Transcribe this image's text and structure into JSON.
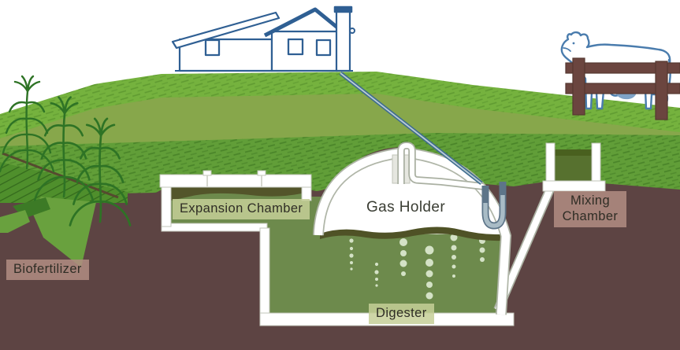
{
  "diagram": {
    "labels": {
      "biofertilizer": "Biofertilizer",
      "expansion_chamber": "Expansion Chamber",
      "gas_holder": "Gas Holder",
      "digester": "Digester",
      "mixing_chamber": "Mixing Chamber"
    },
    "palette": {
      "grass_light": "#75b23e",
      "grass_mid": "#87a74b",
      "grass_dark": "#619e38",
      "cornfield_green": "#4f8f2c",
      "soil_brown": "#5d4443",
      "slurry_green": "#6d8a4c",
      "slurry_dark": "#53552a",
      "mixing_slurry": "#57712f",
      "structure_white": "#ffffff",
      "pipe_blue": "#3f6d8e",
      "trap_blue_dark": "#5d7589",
      "trap_blue_light": "#a9bcc6",
      "fence_brown": "#6b453f",
      "cow_blue": "#4a7cad",
      "house_blue": "#2f5f93",
      "bubble": "#d4e2c6",
      "label_green_bg": "#c5cf98",
      "label_pink_bg": "#b28d83",
      "label_text": "#2f2d25"
    }
  }
}
